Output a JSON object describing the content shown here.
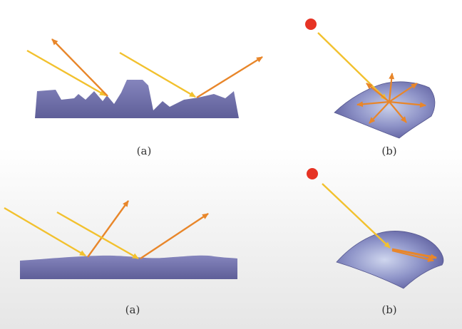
{
  "captions": {
    "top_left": "(a)",
    "top_right": "(b)",
    "bottom_left": "(a)",
    "bottom_right": "(b)"
  },
  "colors": {
    "surface": "#6f6fa8",
    "surface_highlight": "#c7cfe8",
    "incident_ray": "#f2c12e",
    "reflected_ray": "#e8862a",
    "light_source": "#e63324"
  }
}
